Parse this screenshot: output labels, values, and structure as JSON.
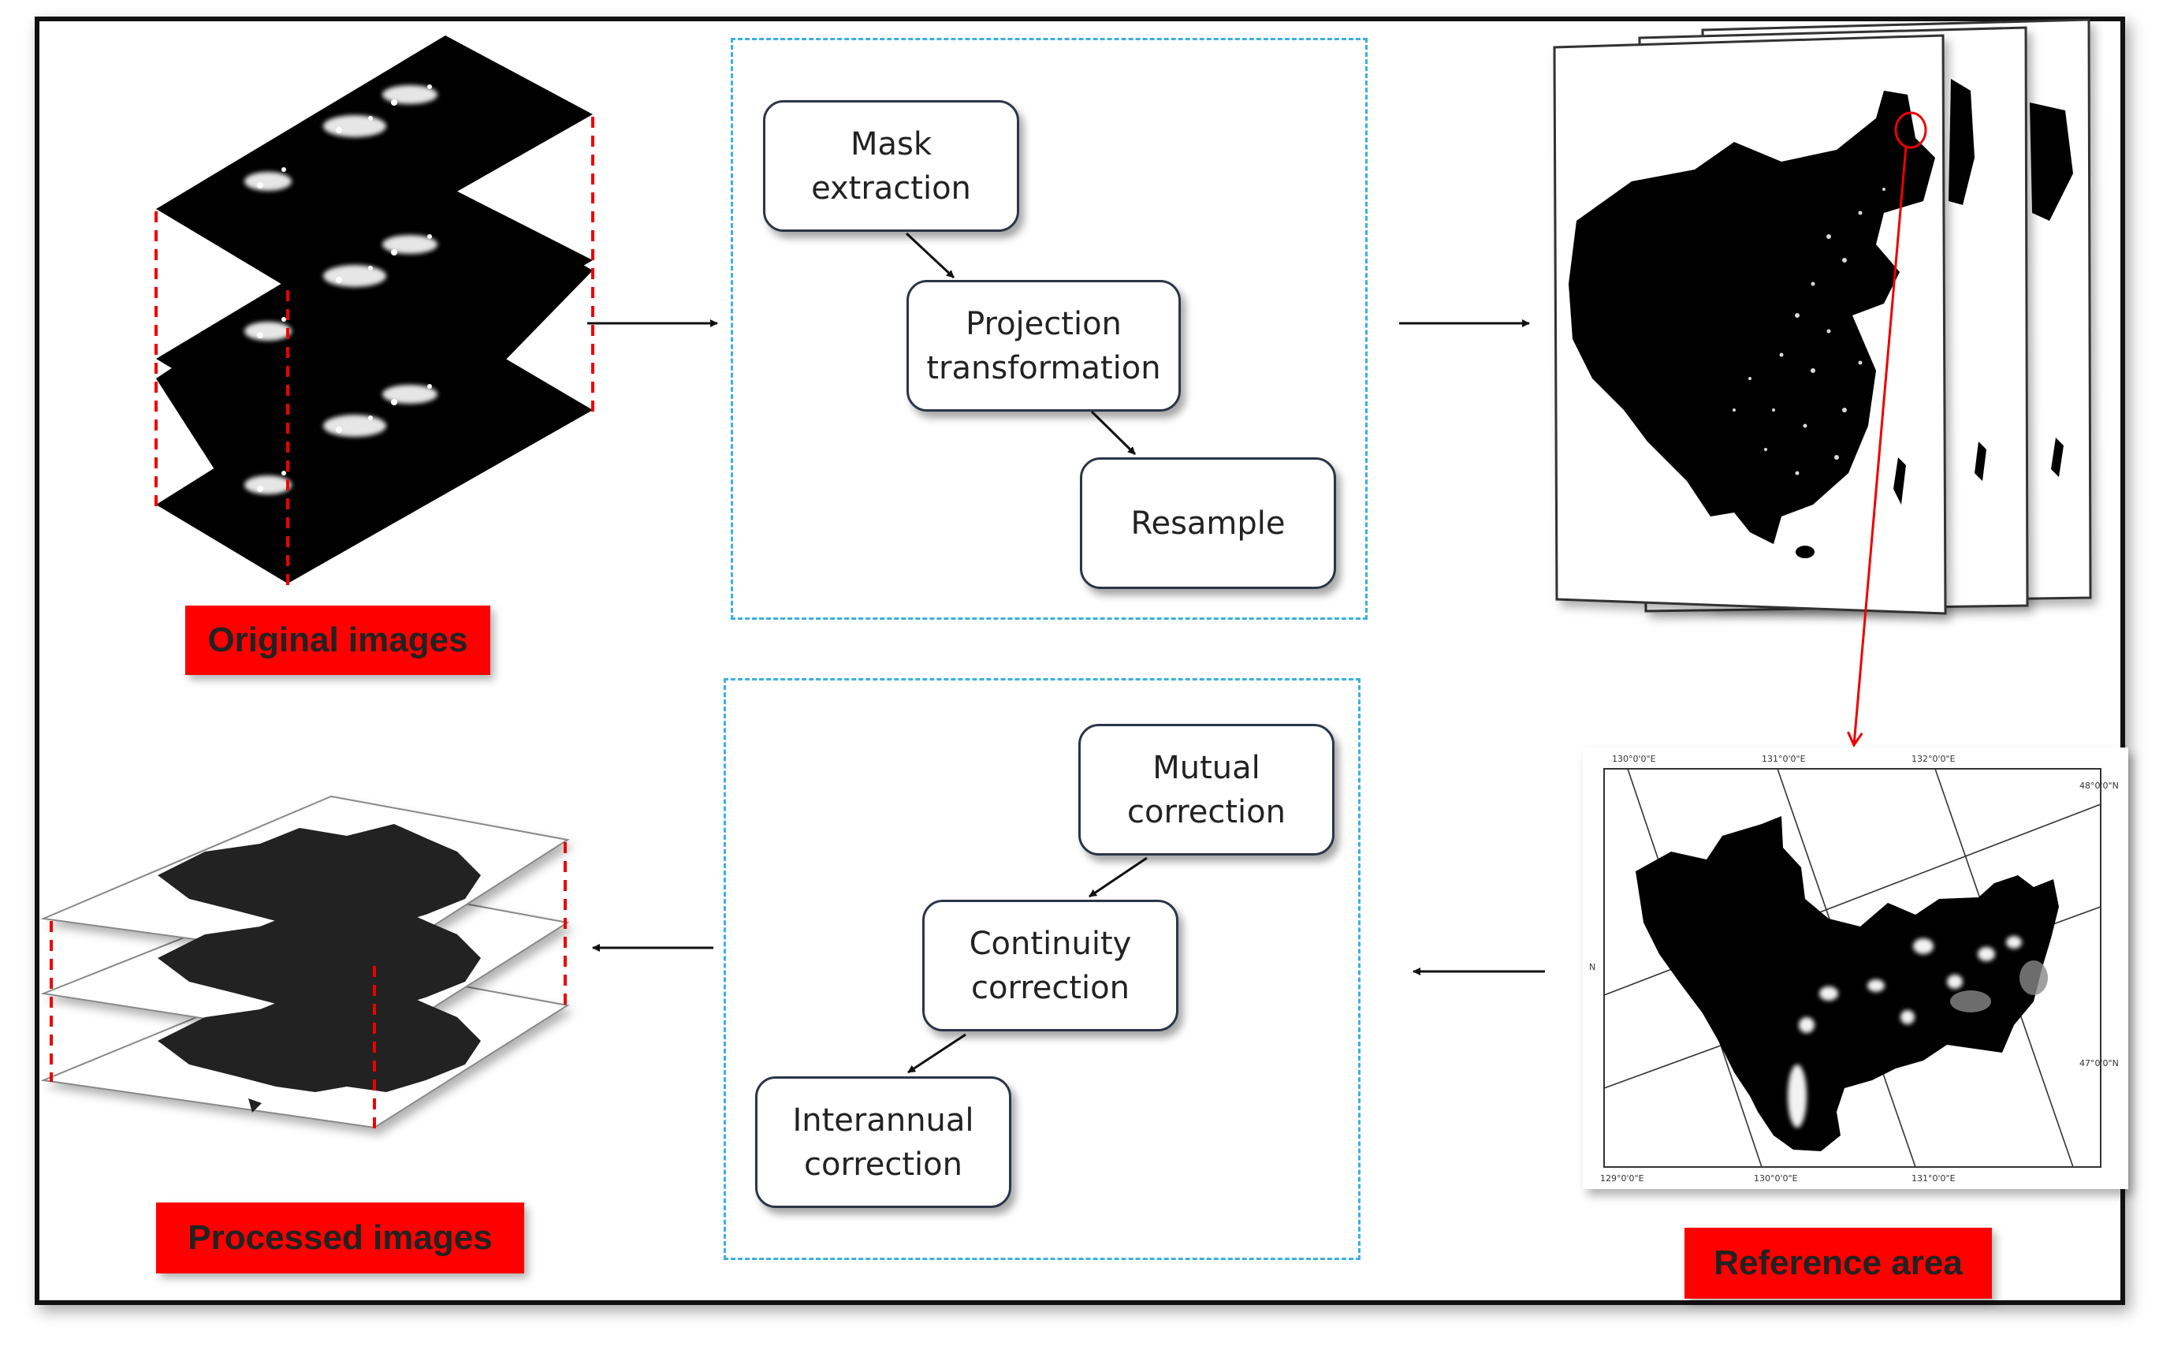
{
  "steps_top": [
    {
      "label": "Mask\nextraction"
    },
    {
      "label": "Projection\ntransformation"
    },
    {
      "label": "Resample"
    }
  ],
  "steps_bottom": [
    {
      "label": "Mutual\ncorrection"
    },
    {
      "label": "Continuity\ncorrection"
    },
    {
      "label": "Interannual\ncorrection"
    }
  ],
  "labels": {
    "original": "Original images",
    "processed": "Processed images",
    "reference": "Reference area"
  },
  "map_ticks": {
    "top": [
      "130°0'0\"E",
      "131°0'0\"E",
      "132°0'0\"E"
    ],
    "bottom": [
      "129°0'0\"E",
      "130°0'0\"E",
      "131°0'0\"E"
    ],
    "right": [
      "48°0'0\"N",
      "47°0'0\"N"
    ],
    "left": [
      "N"
    ]
  },
  "colors": {
    "highlight_red": "#ff0000",
    "dashed_blue": "#3bb0e0",
    "box_border": "#2b3548"
  }
}
